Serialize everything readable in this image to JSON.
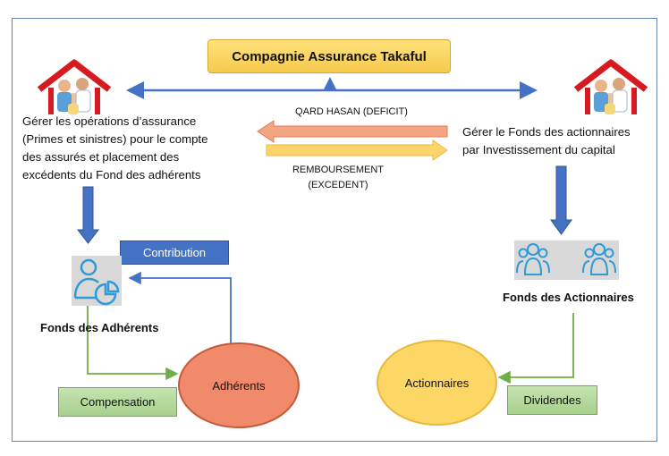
{
  "title": "Compagnie Assurance Takaful",
  "left_text": [
    "Gérer les opérations d’assurance",
    "(Primes et sinistres) pour le compte",
    "des assurés et placement des",
    "excédents du Fond des adhérents"
  ],
  "right_text": [
    "Gérer le Fonds des actionnaires",
    "par Investissement du capital"
  ],
  "qard_label": "QARD HASAN (DEFICIT)",
  "remb_label_1": "REMBOURSEMENT",
  "remb_label_2": "(EXCEDENT)",
  "contribution_label": "Contribution",
  "fonds_adherents_label": "Fonds des Adhérents",
  "fonds_actionnaires_label": "Fonds des Actionnaires",
  "adherents_label": "Adhérents",
  "actionnaires_label": "Actionnaires",
  "compensation_label": "Compensation",
  "dividendes_label": "Dividendes",
  "icons": {
    "house_left": "family-house-icon",
    "house_right": "family-house-icon",
    "adherents_fund": "person-chart-icon",
    "shareholders_fund": "people-group-icon"
  },
  "colors": {
    "blue_arrow": "#4472c4",
    "orange_arrow": "#f4a582",
    "yellow_arrow": "#fbd56b",
    "green_line": "#70ad47",
    "title_fill": "#f7c94d"
  }
}
